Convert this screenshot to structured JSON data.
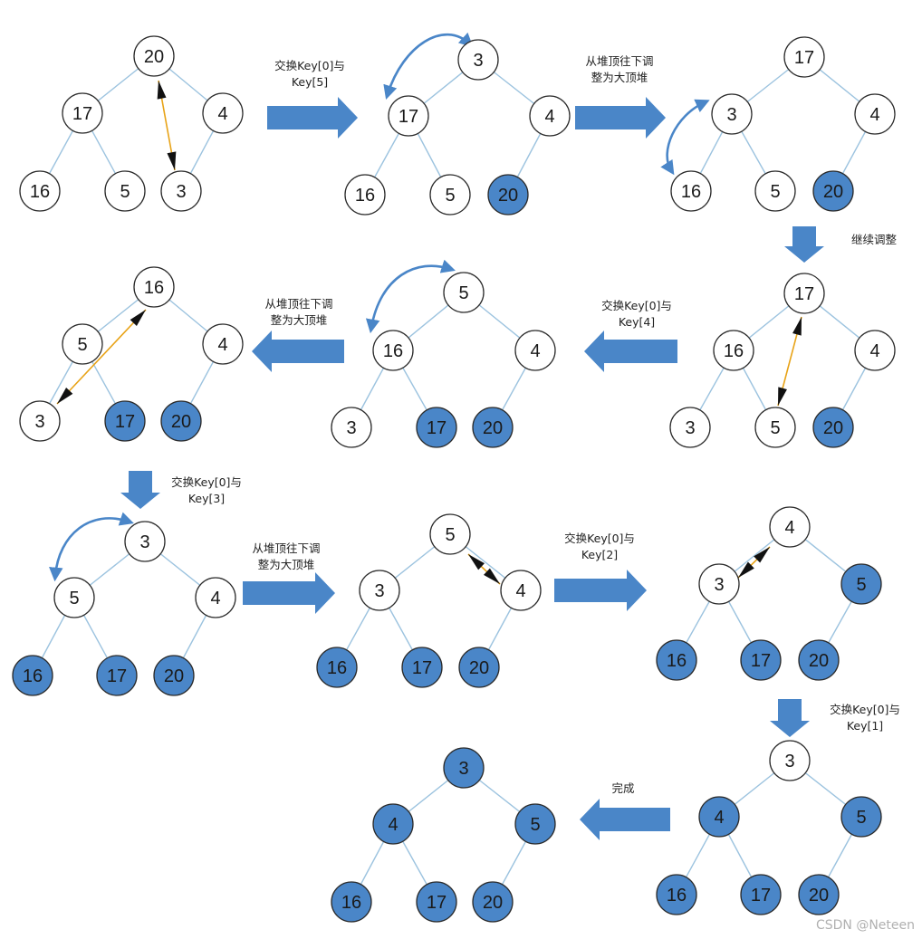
{
  "colors": {
    "filled_node": "#4a86c8",
    "empty_node": "#ffffff",
    "edge": "#9cc3df",
    "arrow": "#4a86c8",
    "swap_line": "#e8a317"
  },
  "trees": [
    {
      "name": "tree-1",
      "nodes": [
        {
          "v": "20",
          "f": false
        },
        {
          "v": "17",
          "f": false
        },
        {
          "v": "4",
          "f": false
        },
        {
          "v": "16",
          "f": false
        },
        {
          "v": "5",
          "f": false
        },
        {
          "v": "3",
          "f": false
        }
      ]
    },
    {
      "name": "tree-2",
      "nodes": [
        {
          "v": "3",
          "f": false
        },
        {
          "v": "17",
          "f": false
        },
        {
          "v": "4",
          "f": false
        },
        {
          "v": "16",
          "f": false
        },
        {
          "v": "5",
          "f": false
        },
        {
          "v": "20",
          "f": true
        }
      ]
    },
    {
      "name": "tree-3",
      "nodes": [
        {
          "v": "17",
          "f": false
        },
        {
          "v": "3",
          "f": false
        },
        {
          "v": "4",
          "f": false
        },
        {
          "v": "16",
          "f": false
        },
        {
          "v": "5",
          "f": false
        },
        {
          "v": "20",
          "f": true
        }
      ]
    },
    {
      "name": "tree-4",
      "nodes": [
        {
          "v": "17",
          "f": false
        },
        {
          "v": "16",
          "f": false
        },
        {
          "v": "4",
          "f": false
        },
        {
          "v": "3",
          "f": false
        },
        {
          "v": "5",
          "f": false
        },
        {
          "v": "20",
          "f": true
        }
      ]
    },
    {
      "name": "tree-5",
      "nodes": [
        {
          "v": "5",
          "f": false
        },
        {
          "v": "16",
          "f": false
        },
        {
          "v": "4",
          "f": false
        },
        {
          "v": "3",
          "f": false
        },
        {
          "v": "17",
          "f": true
        },
        {
          "v": "20",
          "f": true
        }
      ]
    },
    {
      "name": "tree-6",
      "nodes": [
        {
          "v": "16",
          "f": false
        },
        {
          "v": "5",
          "f": false
        },
        {
          "v": "4",
          "f": false
        },
        {
          "v": "3",
          "f": false
        },
        {
          "v": "17",
          "f": true
        },
        {
          "v": "20",
          "f": true
        }
      ]
    },
    {
      "name": "tree-7",
      "nodes": [
        {
          "v": "3",
          "f": false
        },
        {
          "v": "5",
          "f": false
        },
        {
          "v": "4",
          "f": false
        },
        {
          "v": "16",
          "f": true
        },
        {
          "v": "17",
          "f": true
        },
        {
          "v": "20",
          "f": true
        }
      ]
    },
    {
      "name": "tree-8",
      "nodes": [
        {
          "v": "5",
          "f": false
        },
        {
          "v": "3",
          "f": false
        },
        {
          "v": "4",
          "f": false
        },
        {
          "v": "16",
          "f": true
        },
        {
          "v": "17",
          "f": true
        },
        {
          "v": "20",
          "f": true
        }
      ]
    },
    {
      "name": "tree-9",
      "nodes": [
        {
          "v": "4",
          "f": false
        },
        {
          "v": "3",
          "f": false
        },
        {
          "v": "5",
          "f": true
        },
        {
          "v": "16",
          "f": true
        },
        {
          "v": "17",
          "f": true
        },
        {
          "v": "20",
          "f": true
        }
      ]
    },
    {
      "name": "tree-10",
      "nodes": [
        {
          "v": "3",
          "f": false
        },
        {
          "v": "4",
          "f": true
        },
        {
          "v": "5",
          "f": true
        },
        {
          "v": "16",
          "f": true
        },
        {
          "v": "17",
          "f": true
        },
        {
          "v": "20",
          "f": true
        }
      ]
    },
    {
      "name": "tree-11",
      "nodes": [
        {
          "v": "3",
          "f": true
        },
        {
          "v": "4",
          "f": true
        },
        {
          "v": "5",
          "f": true
        },
        {
          "v": "16",
          "f": true
        },
        {
          "v": "17",
          "f": true
        },
        {
          "v": "20",
          "f": true
        }
      ]
    }
  ],
  "labels": {
    "swap_0_5": [
      "交换Key[0]与",
      "Key[5]"
    ],
    "adjust_1": [
      "从堆顶往下调",
      "整为大顶堆"
    ],
    "continue": [
      "继续调整"
    ],
    "swap_0_4": [
      "交换Key[0]与",
      "Key[4]"
    ],
    "adjust_2": [
      "从堆顶往下调",
      "整为大顶堆"
    ],
    "swap_0_3": [
      "交换Key[0]与",
      "Key[3]"
    ],
    "adjust_3": [
      "从堆顶往下调",
      "整为大顶堆"
    ],
    "swap_0_2": [
      "交换Key[0]与",
      "Key[2]"
    ],
    "swap_0_1": [
      "交换Key[0]与",
      "Key[1]"
    ],
    "done": [
      "完成"
    ]
  },
  "watermark": "CSDN @Neteen"
}
